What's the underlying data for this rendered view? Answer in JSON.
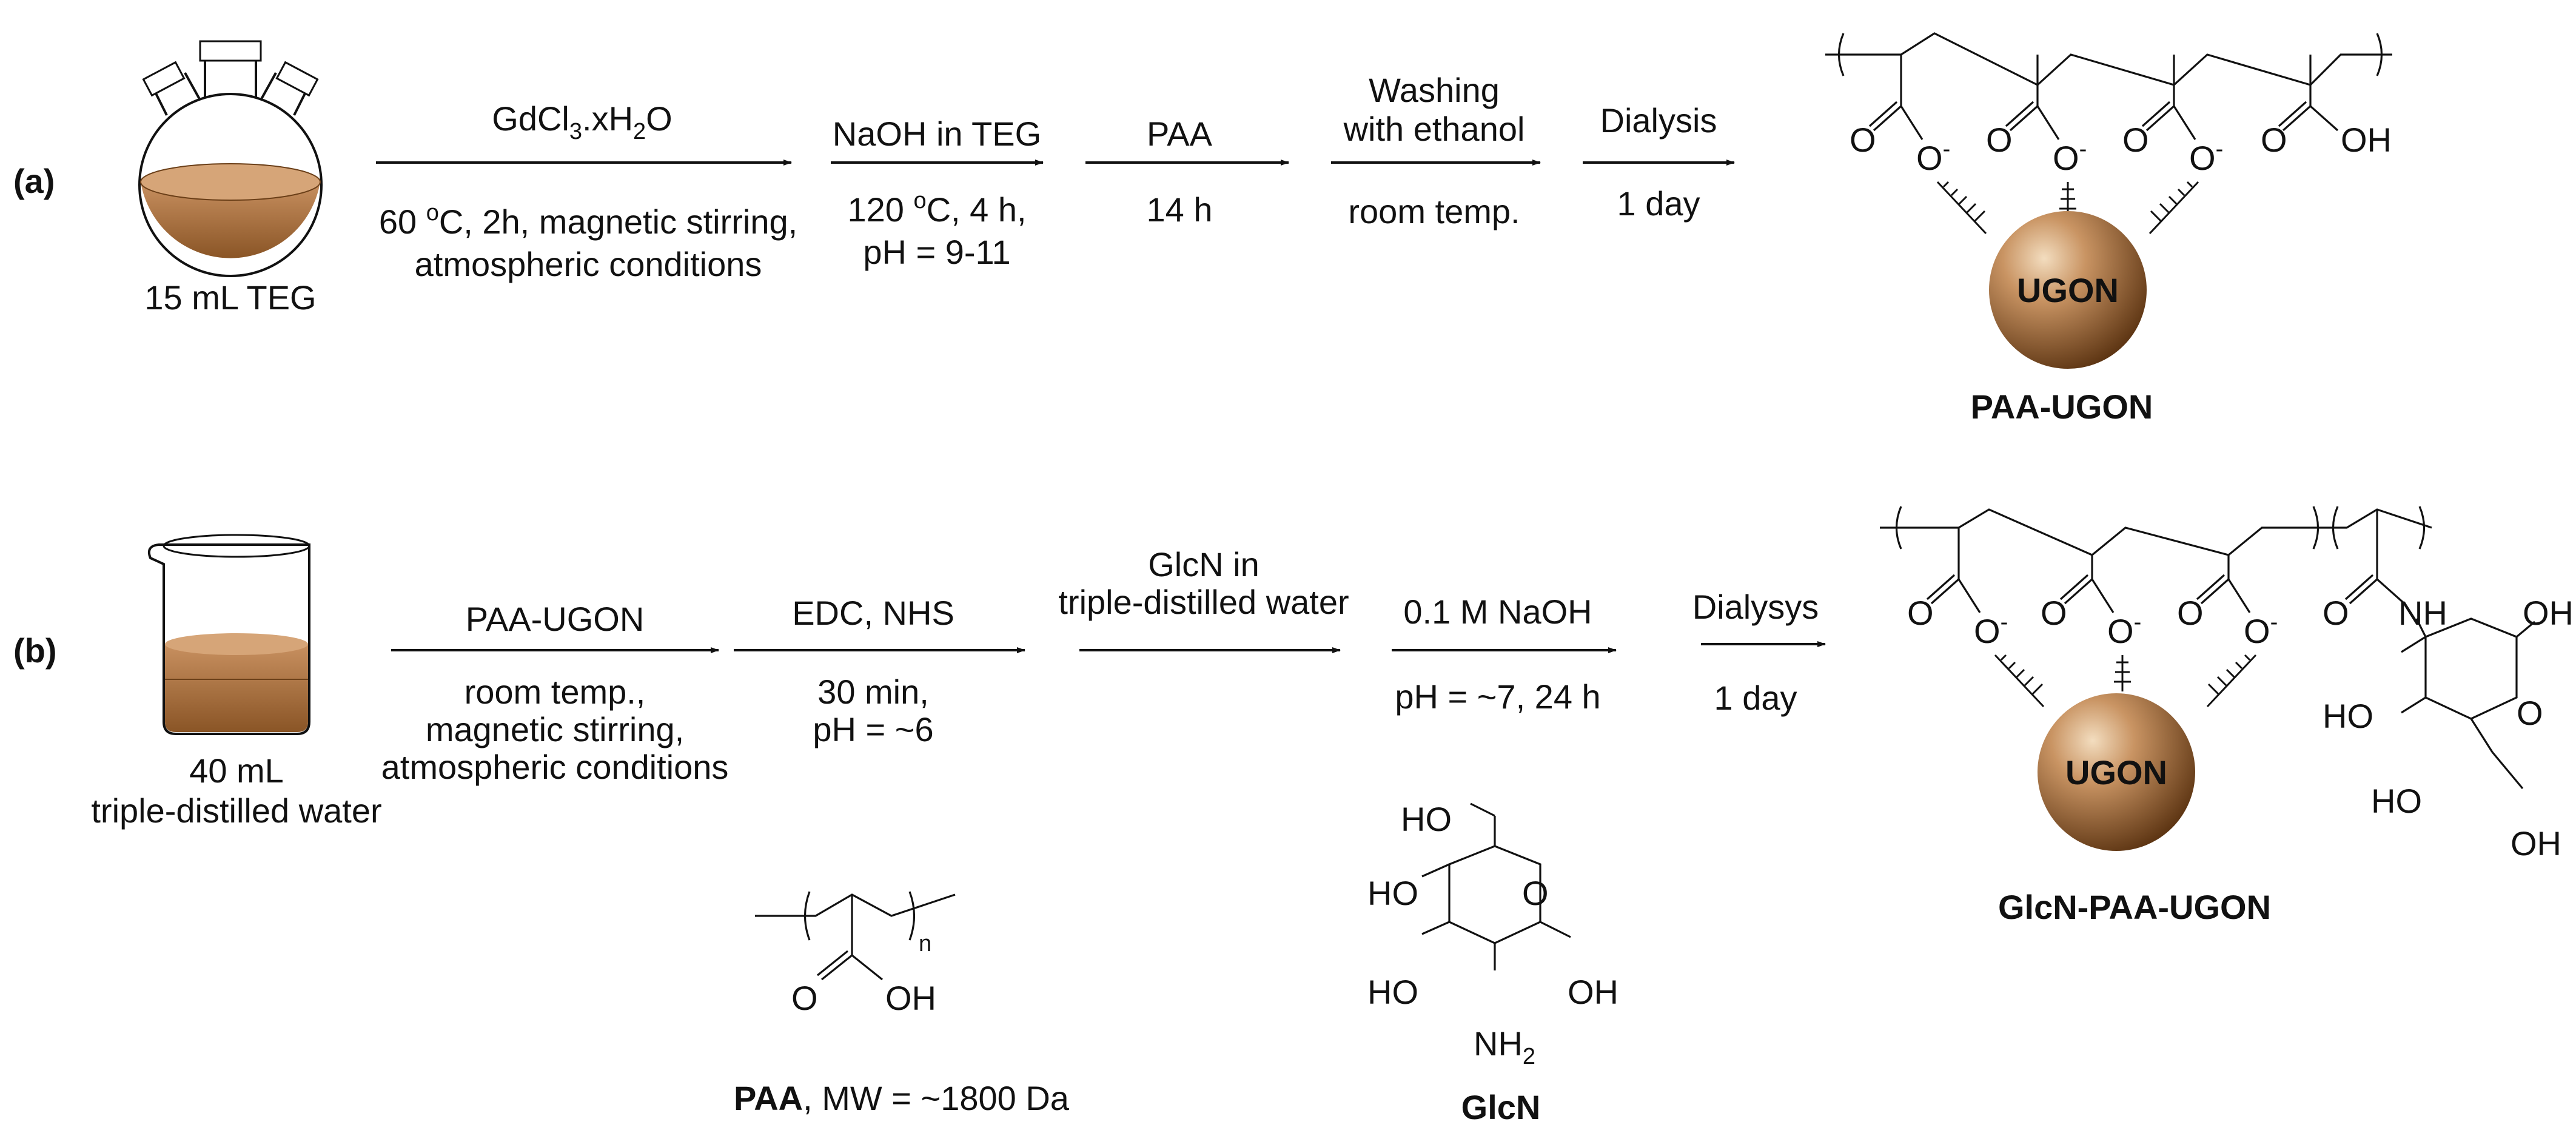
{
  "panel_a": {
    "tag": "(a)",
    "flask_label": "15 mL TEG",
    "step1": {
      "top_main": "GdCl",
      "top_sub1": "3",
      "top_mid": ".xH",
      "top_sub2": "2",
      "top_end": "O",
      "bot1_a": "60 ",
      "bot1_sup": "o",
      "bot1_b": "C, 2h, magnetic stirring,",
      "bot2": "atmospheric conditions"
    },
    "step2": {
      "top": "NaOH in TEG",
      "bot1_a": "120 ",
      "bot1_sup": "o",
      "bot1_b": "C, 4 h,",
      "bot2": "pH = 9-11"
    },
    "step3": {
      "top": "PAA",
      "bot": "14 h"
    },
    "step4": {
      "top1": "Washing",
      "top2": "with ethanol",
      "bot": "room temp."
    },
    "step5": {
      "top": "Dialysis",
      "bot": "1 day"
    },
    "product": {
      "core": "UGON",
      "name": "PAA-UGON",
      "oh": "OH",
      "o": "O",
      "minus": "-"
    }
  },
  "panel_b": {
    "tag": "(b)",
    "beaker_label1": "40 mL",
    "beaker_label2": "triple-distilled water",
    "step1": {
      "top": "PAA-UGON",
      "bot1": "room temp.,",
      "bot2": "magnetic stirring,",
      "bot3": "atmospheric conditions"
    },
    "step2": {
      "top": "EDC, NHS",
      "bot1": "30 min,",
      "bot2": "pH = ~6"
    },
    "step3": {
      "top1": "GlcN in",
      "top2": "triple-distilled water"
    },
    "step4": {
      "top": "0.1 M NaOH",
      "bot": "pH = ~7, 24 h"
    },
    "step5": {
      "top": "Dialysys",
      "bot": "1 day"
    },
    "product": {
      "core": "UGON",
      "name": "GlcN-PAA-UGON",
      "nh": "NH",
      "ho": "HO",
      "oh": "OH"
    },
    "paa": {
      "name": "PAA",
      "rest": ", MW = ~1800 Da",
      "n": "n",
      "oh": "OH",
      "o": "O"
    },
    "glcn": {
      "name": "GlcN",
      "ho": "HO",
      "oh": "OH",
      "o": "O",
      "nh": "NH",
      "nh_sub": "2"
    }
  },
  "colors": {
    "particle_light": "#E8C49A",
    "particle_dark": "#7A4A1F",
    "liquid": "#B07840"
  }
}
